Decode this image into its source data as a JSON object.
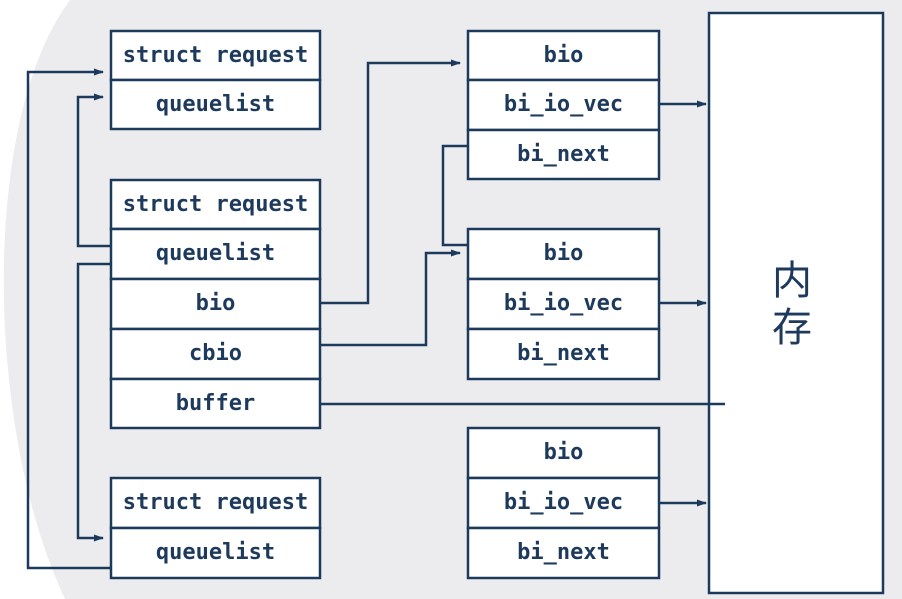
{
  "requests": [
    {
      "fields": [
        "struct request",
        "queuelist"
      ]
    },
    {
      "fields": [
        "struct request",
        "queuelist",
        "bio",
        "cbio",
        "buffer"
      ]
    },
    {
      "fields": [
        "struct request",
        "queuelist"
      ]
    }
  ],
  "bios": [
    {
      "fields": [
        "bio",
        "bi_io_vec",
        "bi_next"
      ]
    },
    {
      "fields": [
        "bio",
        "bi_io_vec",
        "bi_next"
      ]
    },
    {
      "fields": [
        "bio",
        "bi_io_vec",
        "bi_next"
      ]
    }
  ],
  "memory": {
    "line1": "内",
    "line2": "存"
  },
  "colors": {
    "stroke": "#1d3a5c",
    "text": "#1d3a5c",
    "background": "#ffffff",
    "swoosh": "#ececee"
  }
}
